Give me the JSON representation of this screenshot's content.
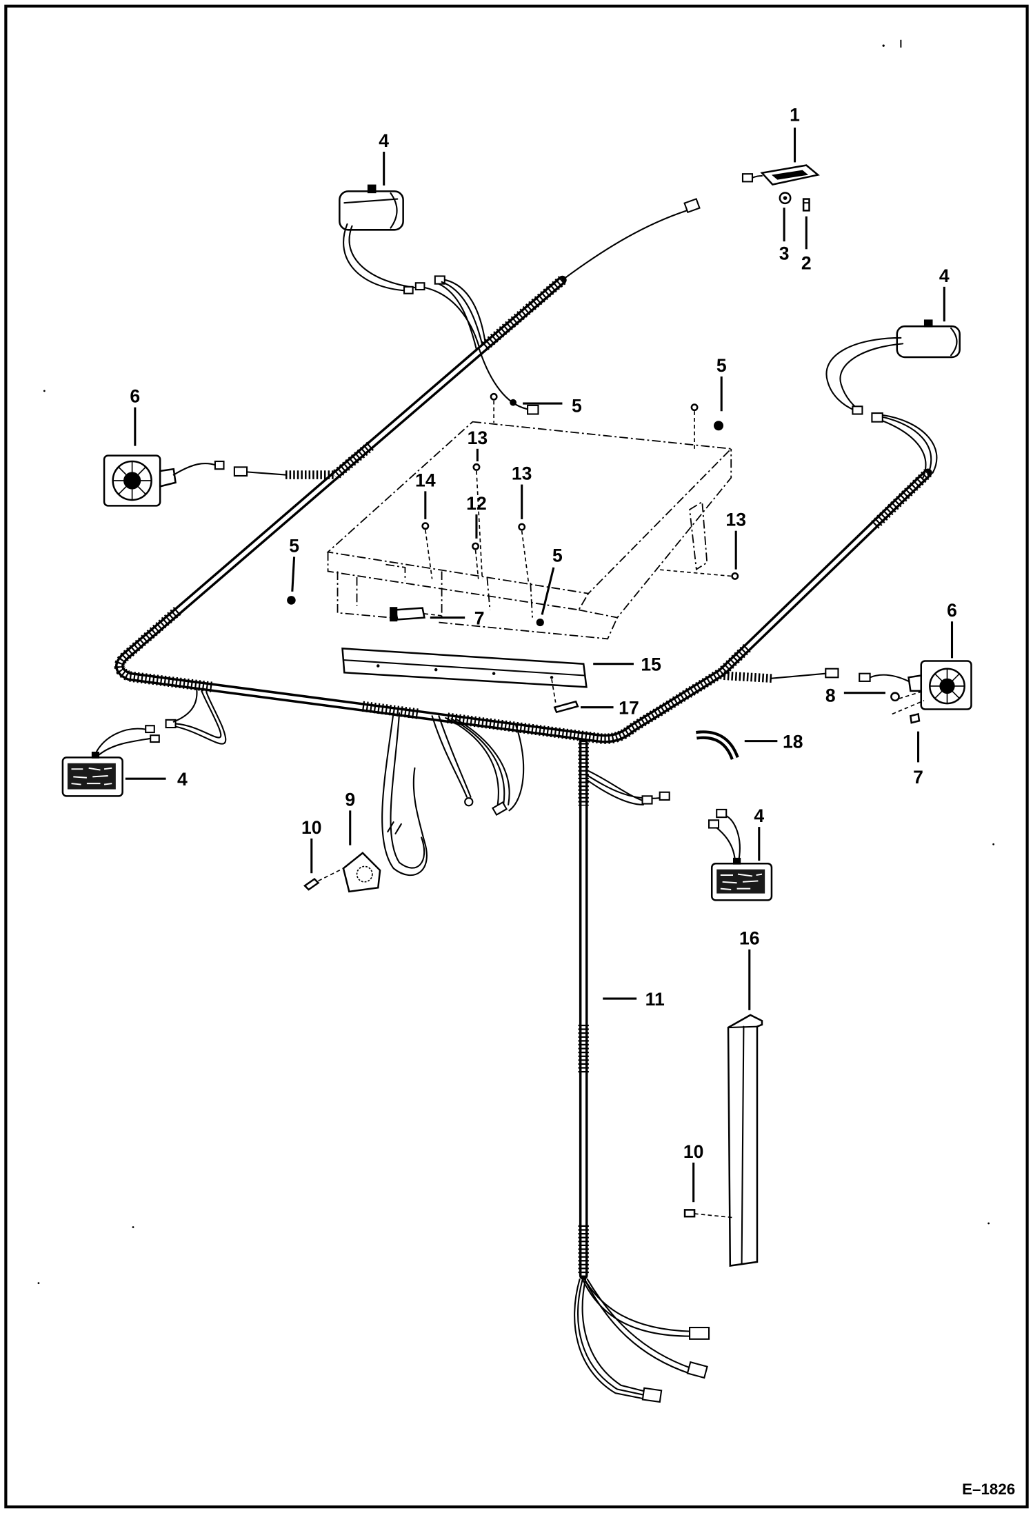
{
  "figure_id": "E–1826",
  "callouts": [
    "1",
    "2",
    "3",
    "4",
    "4",
    "5",
    "5",
    "6",
    "13",
    "13",
    "14",
    "12",
    "13",
    "5",
    "5",
    "7",
    "6",
    "15",
    "8",
    "17",
    "18",
    "7",
    "4",
    "9",
    "4",
    "10",
    "16",
    "11",
    "10"
  ]
}
